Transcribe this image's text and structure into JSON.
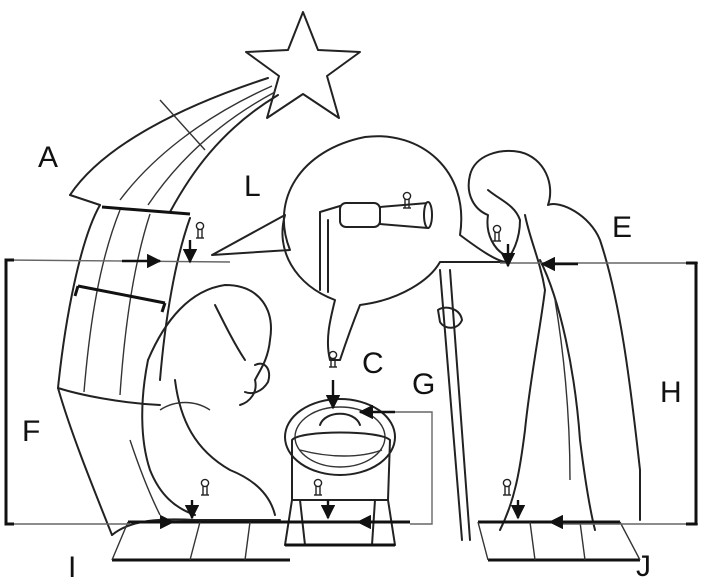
{
  "diagram": {
    "labels": {
      "A": "A",
      "C": "C",
      "E": "E",
      "F": "F",
      "G": "G",
      "H": "H",
      "I": "I",
      "J": "J",
      "L": "L"
    }
  }
}
